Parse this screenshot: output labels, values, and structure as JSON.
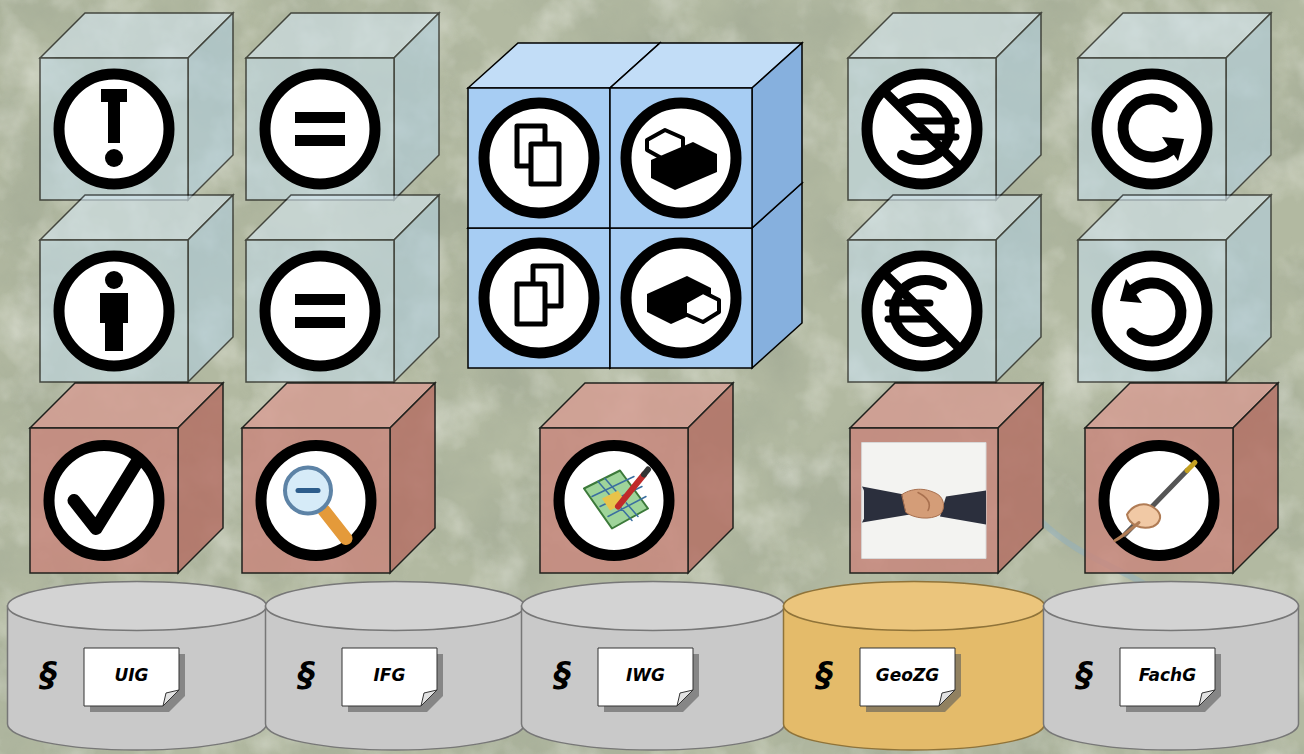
{
  "diagram": {
    "nodes": [
      {
        "text": [
          "§"
        ]
      },
      {
        "text": [
          "UIG"
        ],
        "in": 0
      },
      {
        "text": [
          "§"
        ]
      },
      {
        "text": [
          "IFG"
        ],
        "in": 2
      },
      {
        "text": [
          "§"
        ]
      },
      {
        "text": [
          "IWG"
        ],
        "in": 4
      },
      {
        "text": [
          "§"
        ]
      },
      {
        "text": [
          "GeoZG"
        ],
        "in": 6
      },
      {
        "text": [
          "§"
        ]
      },
      {
        "text": [
          "FachG"
        ],
        "in": 8
      }
    ]
  }
}
